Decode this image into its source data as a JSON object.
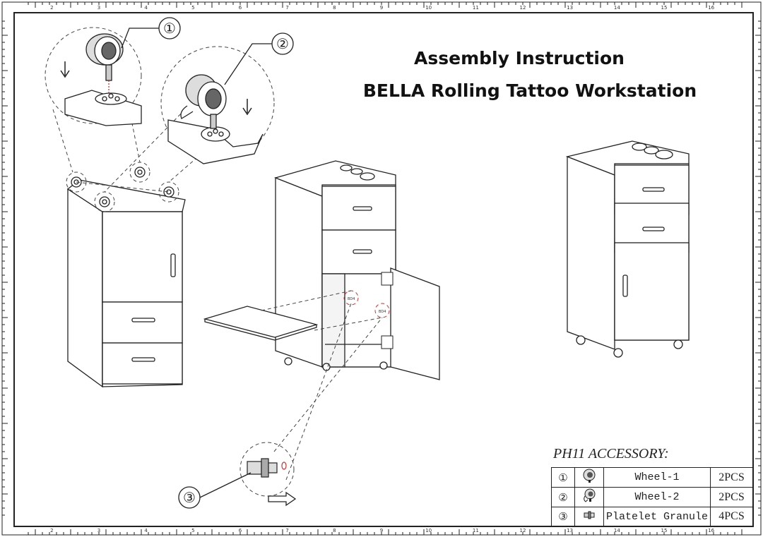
{
  "title": {
    "line1": "Assembly Instruction",
    "line2": "BELLA Rolling Tattoo Workstation"
  },
  "callouts": [
    "①",
    "②",
    "③"
  ],
  "door_labels": [
    "BD4",
    "BD4"
  ],
  "accessory": {
    "heading": "PH11 ACCESSORY:",
    "rows": [
      {
        "num": "①",
        "icon": "wheel-1-icon",
        "name": "Wheel-1",
        "qty": "2PCS"
      },
      {
        "num": "②",
        "icon": "wheel-2-icon",
        "name": "Wheel-2",
        "qty": "2PCS"
      },
      {
        "num": "③",
        "icon": "platelet-granule-icon",
        "name": "Platelet Granule",
        "qty": "4PCS"
      }
    ]
  },
  "ruler_numbers": [
    "2",
    "3",
    "4",
    "5",
    "6",
    "7",
    "8",
    "9",
    "10",
    "11",
    "12",
    "13",
    "14",
    "15",
    "16"
  ]
}
